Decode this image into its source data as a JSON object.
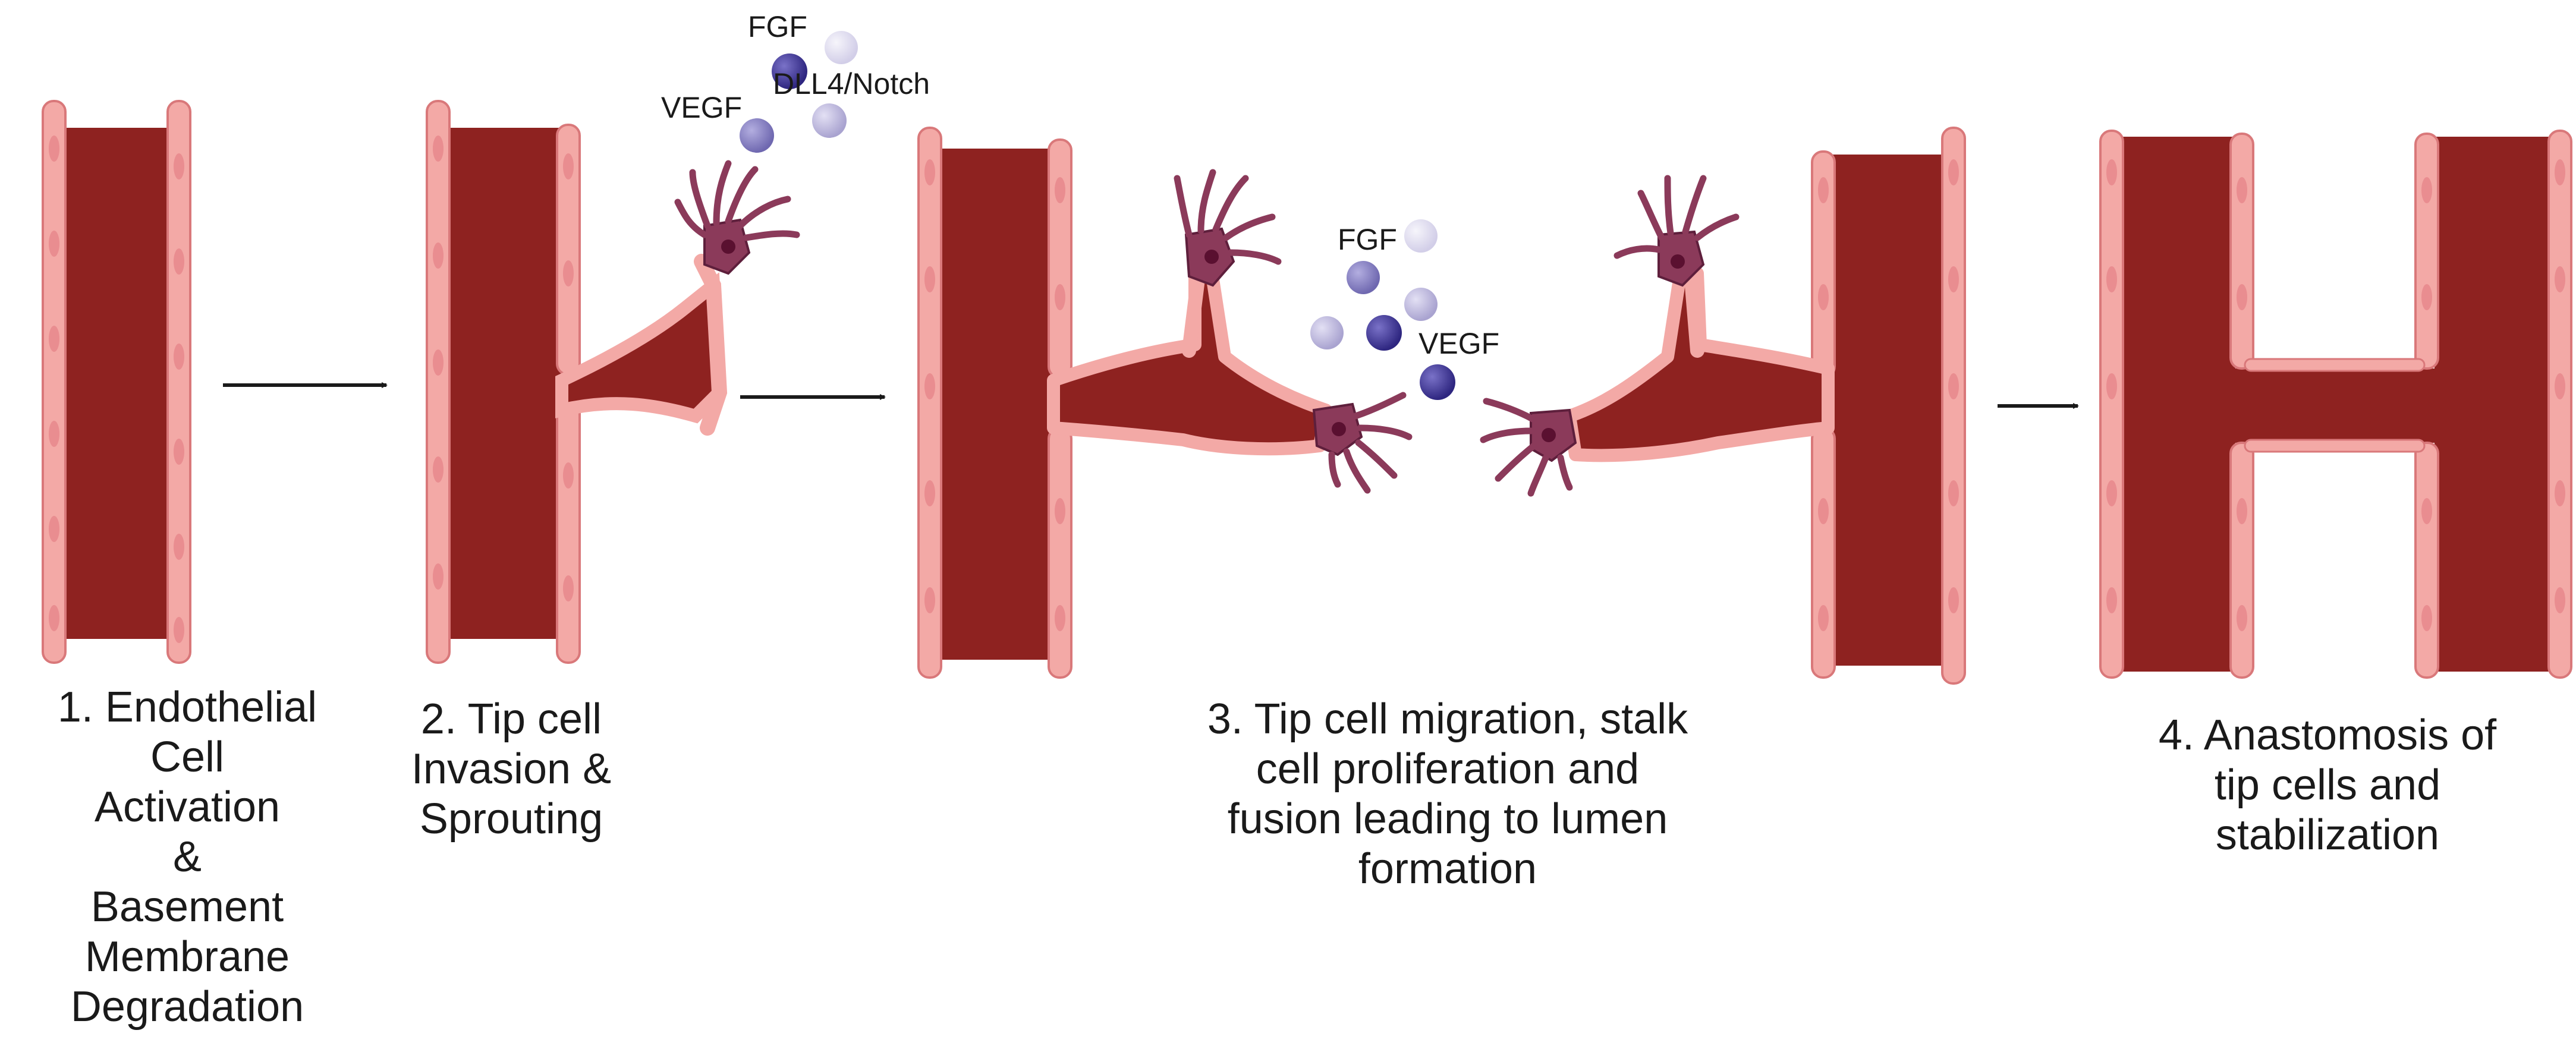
{
  "colors": {
    "lumen": "#8e2220",
    "endothelium": "#f3a9a6",
    "endothelium_edge": "#d9787a",
    "nucleus": "#e98d90",
    "tip_cell": "#8b3a5a",
    "tip_cell_edge": "#5e1f3c",
    "tip_nucleus": "#5a1030",
    "arrow": "#1a1a1a",
    "molecule_dark": "#2e2680",
    "molecule_mid": "#6f68b0",
    "molecule_light": "#a9a3d0",
    "molecule_pale": "#dcd9ec"
  },
  "steps": [
    {
      "lines": [
        "1.  Endothelial",
        "Cell",
        "Activation",
        "&",
        "Basement",
        "Membrane",
        "Degradation"
      ]
    },
    {
      "lines": [
        "2. Tip cell",
        "Invasion &",
        "Sprouting"
      ]
    },
    {
      "lines": [
        "3. Tip cell migration, stalk",
        "cell proliferation and",
        "fusion leading to lumen",
        "formation"
      ]
    },
    {
      "lines": [
        "4. Anastomosis of",
        "tip cells and",
        "stabilization"
      ]
    }
  ],
  "molecule_labels": {
    "step2": {
      "fgf": "FGF",
      "dll4": "DLL4/Notch",
      "vegf": "VEGF"
    },
    "step3": {
      "fgf": "FGF",
      "vegf": "VEGF"
    }
  }
}
